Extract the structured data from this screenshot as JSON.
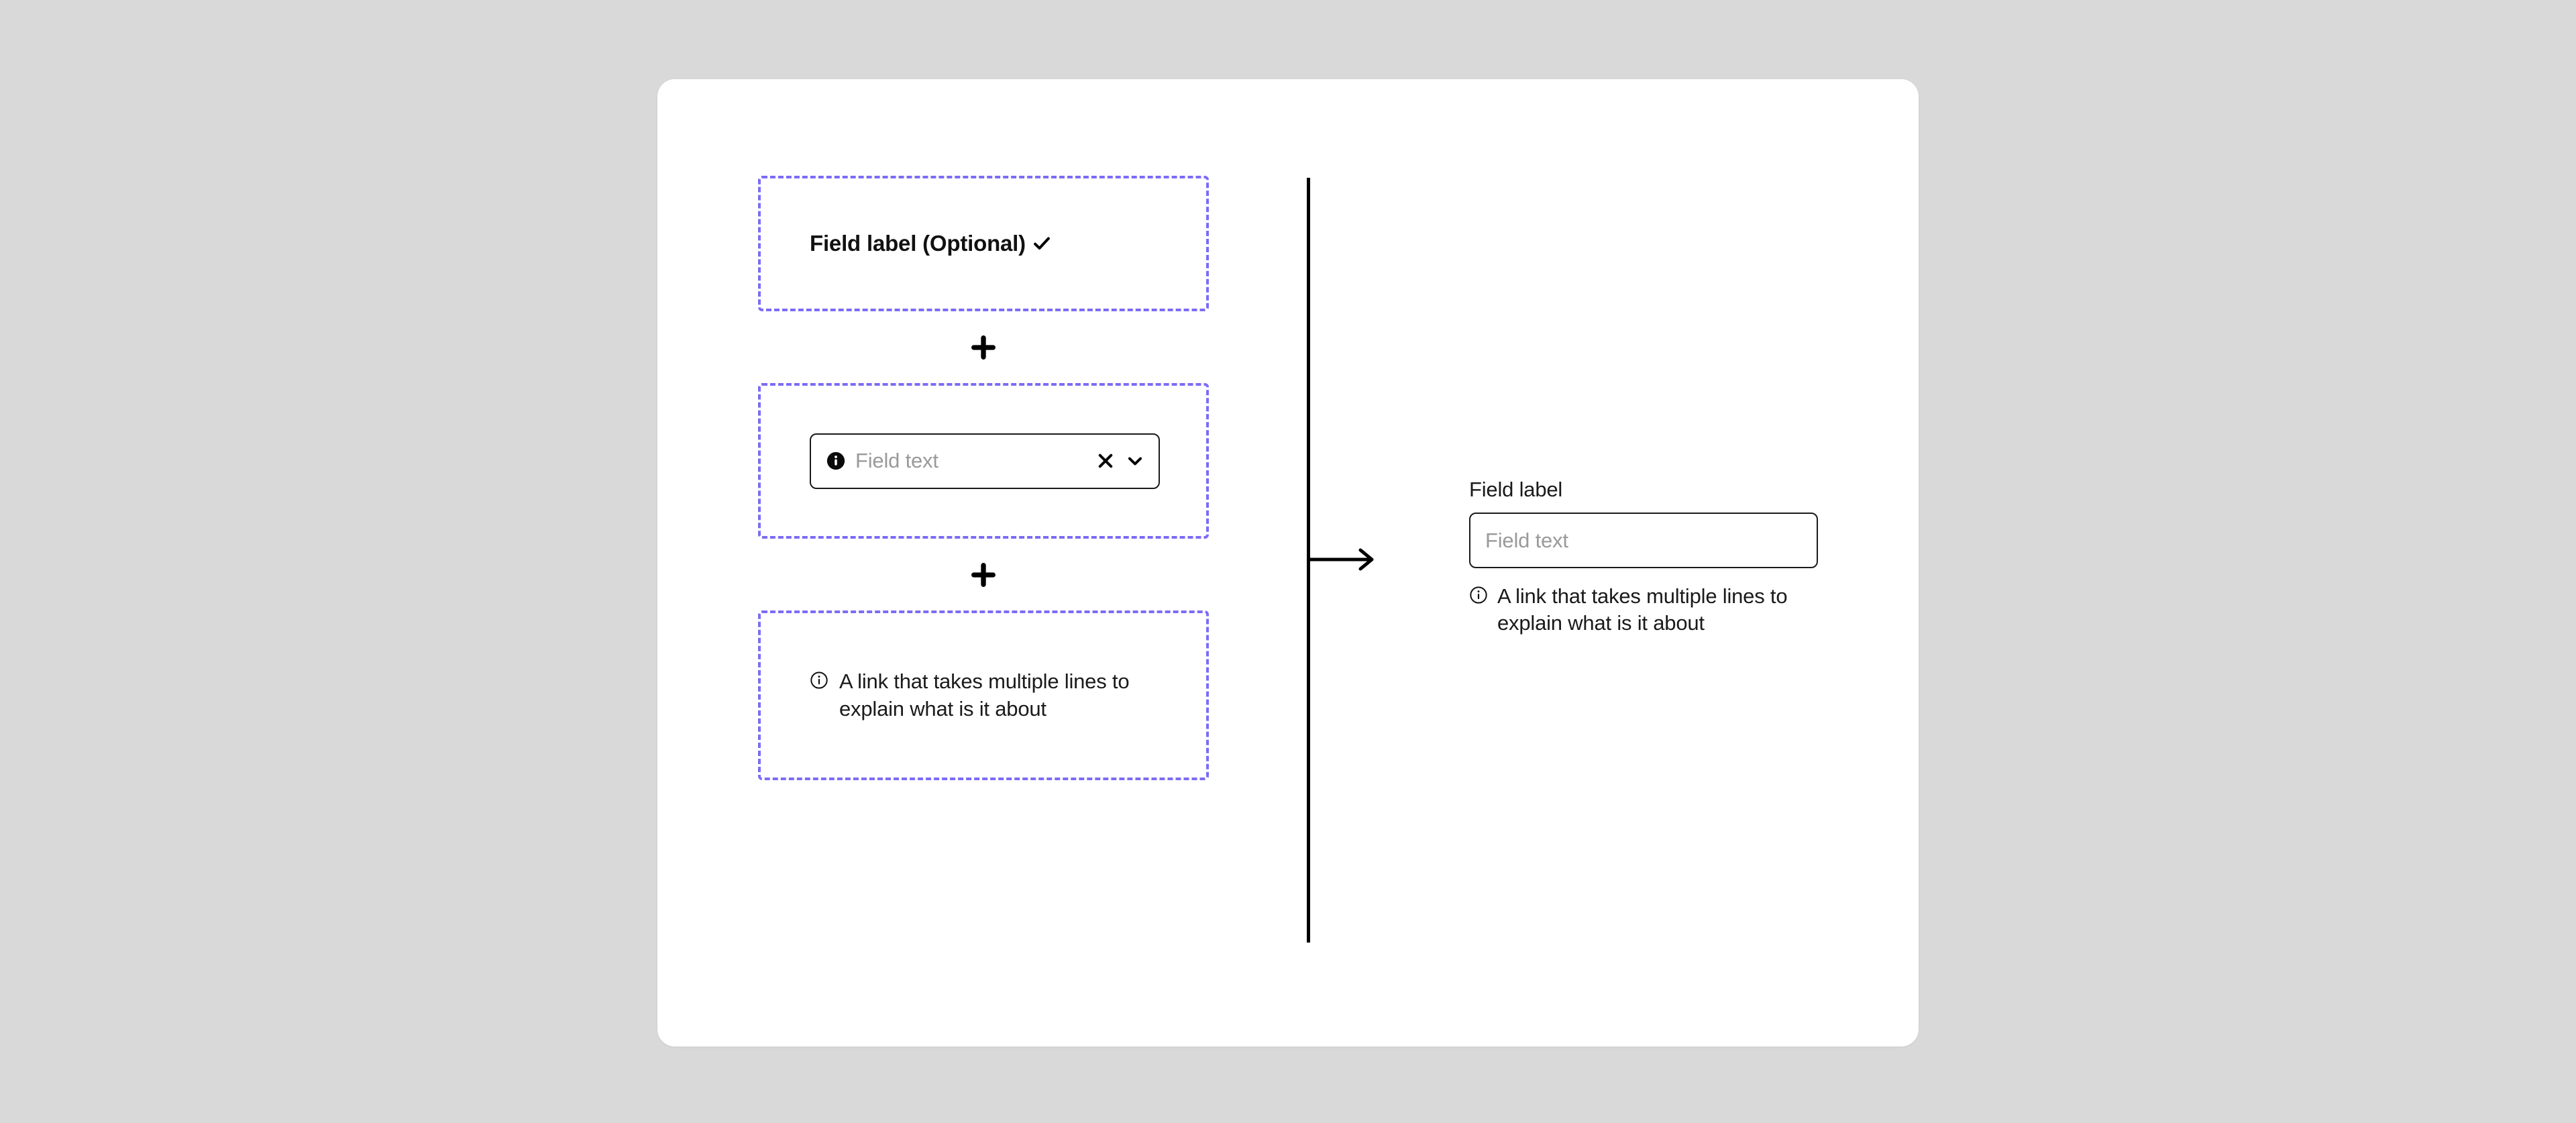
{
  "canvas": {
    "background_color": "#d9d9d9",
    "card_background_color": "#ffffff",
    "annotation_color": "#7c6cf5",
    "text_color": "#1a1a1a",
    "placeholder_color": "#9a9a9a"
  },
  "anatomy": {
    "blocks": [
      {
        "id": "label-block",
        "label": "Field label (Optional)",
        "icon": "check-icon"
      },
      {
        "id": "input-block",
        "leading_icon": "info-filled-icon",
        "placeholder": "Field text",
        "trailing_icons": [
          "close-icon",
          "chevron-down-icon"
        ]
      },
      {
        "id": "helper-block",
        "icon": "info-outline-icon",
        "text": "A link that takes multiple lines to explain what is it about"
      }
    ],
    "connectors": [
      {
        "id": "plus-1",
        "icon": "plus-icon"
      },
      {
        "id": "plus-2",
        "icon": "plus-icon"
      }
    ]
  },
  "flow": {
    "divider": "vertical-rule",
    "arrow": "arrow-right-icon"
  },
  "result": {
    "label": "Field label",
    "placeholder": "Field text",
    "helper_icon": "info-outline-icon",
    "helper_text": "A link that takes multiple lines to explain what is it about"
  }
}
